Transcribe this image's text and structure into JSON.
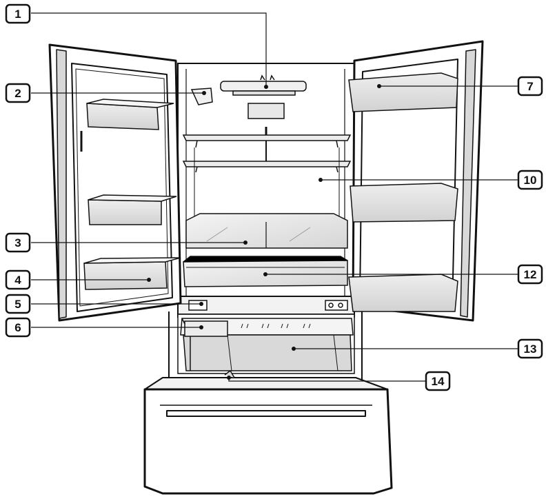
{
  "diagram": {
    "callouts": [
      {
        "id": "1",
        "label": "1"
      },
      {
        "id": "2",
        "label": "2"
      },
      {
        "id": "3",
        "label": "3"
      },
      {
        "id": "4",
        "label": "4"
      },
      {
        "id": "5",
        "label": "5"
      },
      {
        "id": "6",
        "label": "6"
      },
      {
        "id": "7",
        "label": "7"
      },
      {
        "id": "10",
        "label": "10"
      },
      {
        "id": "12",
        "label": "12"
      },
      {
        "id": "13",
        "label": "13"
      },
      {
        "id": "14",
        "label": "14"
      }
    ]
  }
}
